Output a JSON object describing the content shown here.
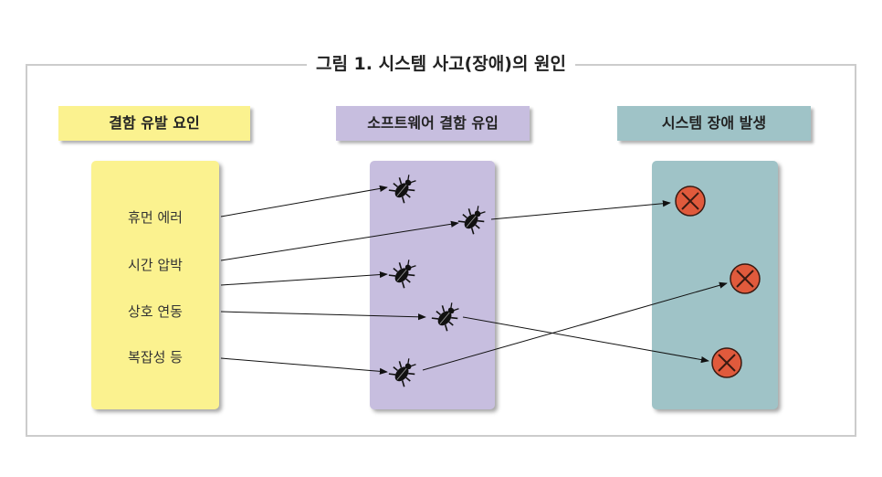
{
  "title": "그림 1. 시스템 사고(장애)의 원인",
  "headers": {
    "causes": "결함 유발 요인",
    "injection": "소프트웨어 결함 유입",
    "failures": "시스템 장애 발생"
  },
  "factors": [
    "휴먼 에러",
    "시간 압박",
    "상호 연동",
    "복잡성 등"
  ],
  "icons": {
    "bug": "bug-icon",
    "failure": "failure-x-icon"
  },
  "colors": {
    "causes": "#fbf28f",
    "injection": "#c7bedf",
    "failures": "#9fc3c7",
    "failure_mark": "#e05a3c"
  }
}
